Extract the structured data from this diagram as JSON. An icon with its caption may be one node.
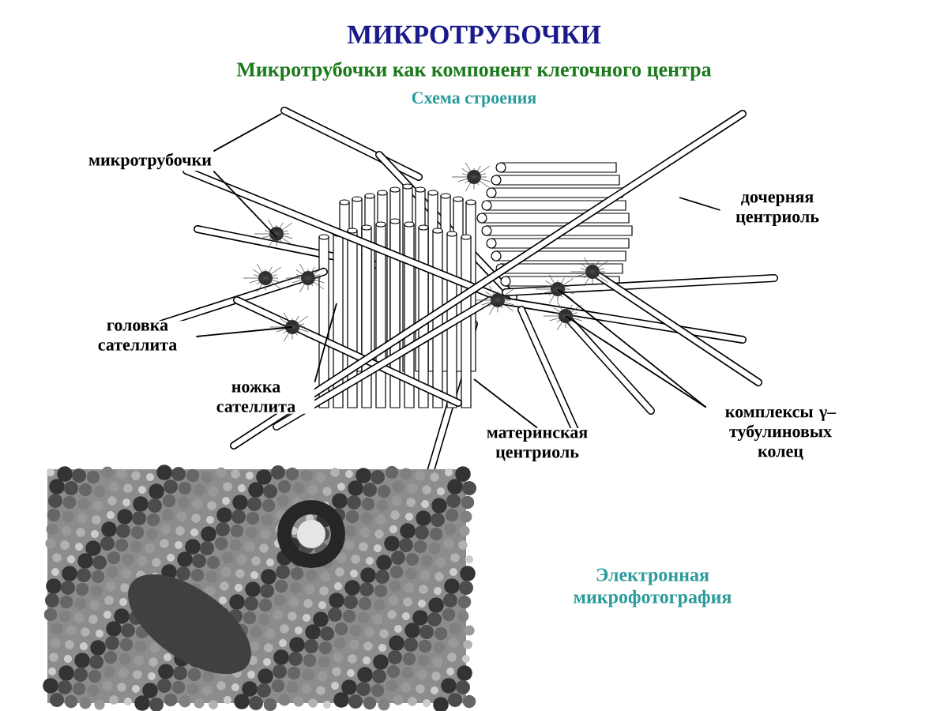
{
  "diagram": {
    "title": "МИКРОТРУБОЧКИ",
    "nodes": [
      {
        "text": [
          "микротрубочки"
        ]
      },
      {
        "text": [
          "дочерняя центриоль"
        ]
      },
      {
        "text": [
          "головка сателлита"
        ]
      },
      {
        "text": [
          "ножка сателлита"
        ]
      },
      {
        "text": [
          "материнская центриоль"
        ]
      },
      {
        "text": [
          "комплексы γ–тубулиновых колец"
        ]
      }
    ],
    "edges": [
      {
        "from": 0,
        "to": null,
        "arrow": "none"
      },
      {
        "from": 0,
        "to": null,
        "arrow": "none"
      },
      {
        "from": 1,
        "to": null,
        "arrow": "none"
      },
      {
        "from": 2,
        "to": null,
        "arrow": "none"
      },
      {
        "from": 3,
        "to": null,
        "arrow": "none"
      },
      {
        "from": 4,
        "to": null,
        "arrow": "none"
      },
      {
        "from": 5,
        "to": null,
        "arrow": "none"
      },
      {
        "from": 5,
        "to": null,
        "arrow": "none"
      }
    ],
    "labels": [
      "Микротрубочки как компонент клеточного центра",
      "Схема строения",
      "Электронная микрофотография"
    ]
  }
}
